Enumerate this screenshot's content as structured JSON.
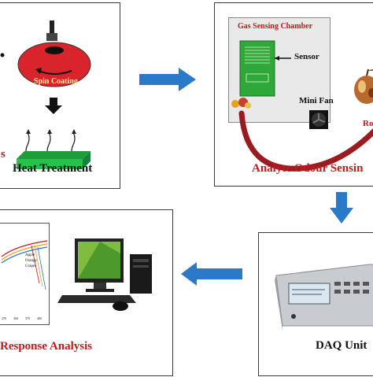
{
  "colors": {
    "red_caption": "#c0191e",
    "disc_red": "#d8242a",
    "arrow_blue": "#2b79c9",
    "panel_border": "#3a3a3a",
    "chamber_bg": "#e9e9e9",
    "sensor_green": "#2fa83a",
    "heater_green": "#27c24a",
    "curve_maroon": "#9b1c20"
  },
  "spin_panel": {
    "spin_label": "Spin Coating",
    "partial_label": "s",
    "heat_label": "Heat Treatment"
  },
  "gas_panel": {
    "chamber_title": "Gas Sensing Chamber",
    "sensor_label": "Sensor",
    "fan_label": "Mini Fan",
    "partial_right_label": "Ro",
    "caption": "Analyte Odour Sensin"
  },
  "response_panel": {
    "caption": "Response Analysis",
    "legend": [
      "Apple",
      "Orange",
      "Grapes"
    ],
    "x_ticks": [
      "270",
      "360",
      "370",
      "400"
    ]
  },
  "daq_panel": {
    "caption": "DAQ Unit"
  },
  "icons": [
    "right-arrow-icon",
    "down-arrow-icon",
    "left-arrow-icon",
    "apple-icon",
    "fan-icon",
    "monitor-icon",
    "mouse-icon"
  ]
}
